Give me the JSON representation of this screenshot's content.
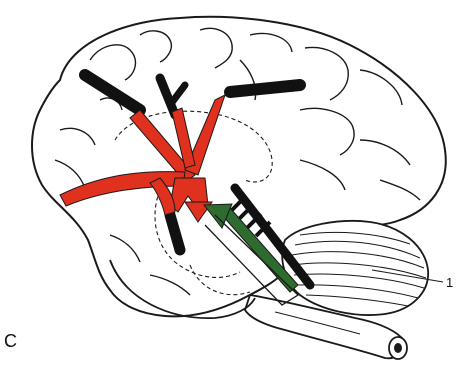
{
  "figure": {
    "panel_label": "C",
    "callout_label": "1",
    "colors": {
      "outline": "#1a1a1a",
      "red_pathway": "#e0301e",
      "black_pathway": "#111111",
      "green_arrow": "#2e6b2e",
      "background": "#ffffff"
    },
    "icons": [
      "brain-lateral-view",
      "red-pathway-arrows",
      "green-arrow",
      "cerebellum",
      "brainstem"
    ]
  }
}
